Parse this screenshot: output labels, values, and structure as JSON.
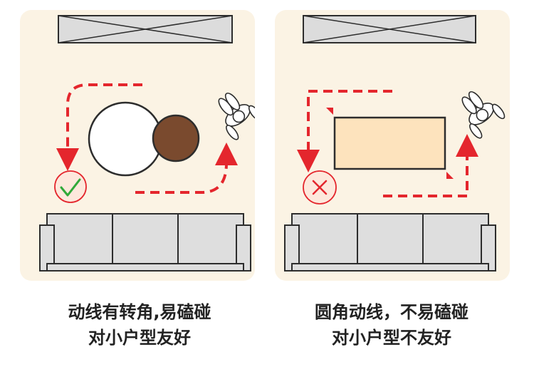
{
  "colors": {
    "panel_bg": "#fbf3e4",
    "path_red": "#e4262d",
    "sofa_gray": "#dedede",
    "sofa_stroke": "#2d2d2d",
    "table_white": "#ffffff",
    "table_brown": "#7a4a2e",
    "table_cream": "#fde3bd",
    "check_green": "#31a93a",
    "badge_fill": "#fde8dc"
  },
  "left": {
    "verdict_icon": "check-icon",
    "caption": {
      "line1": "动线有转角,易磕碰",
      "line2": "对小户型友好"
    }
  },
  "right": {
    "verdict_icon": "cross-icon",
    "caption": {
      "line1": "圆角动线，不易磕碰",
      "line2": "对小户型不友好"
    }
  }
}
